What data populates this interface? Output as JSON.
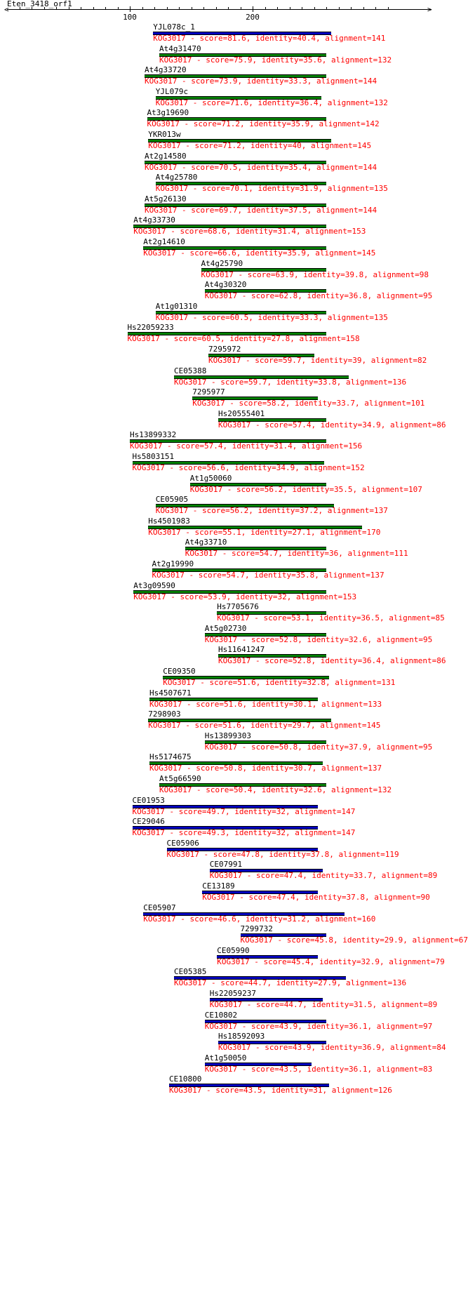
{
  "query": {
    "name": "Eten_3418_orf1",
    "axis_ticks": [
      100,
      200
    ],
    "axis_range": [
      0,
      310
    ]
  },
  "colors": {
    "green": "#008000",
    "blue": "#0000c0",
    "desc": "#ff0000"
  },
  "hits": [
    {
      "name": "YJL078c_1",
      "desc": "KOG3017 - score=81.6, identity=40.4, alignment=141",
      "start": 119,
      "end": 264,
      "color": "blue"
    },
    {
      "name": "At4g31470",
      "desc": "KOG3017 - score=75.9, identity=35.6, alignment=132",
      "start": 124,
      "end": 260,
      "color": "green"
    },
    {
      "name": "At4g33720",
      "desc": "KOG3017 - score=73.9, identity=33.3, alignment=144",
      "start": 112,
      "end": 260,
      "color": "green"
    },
    {
      "name": "YJL079c",
      "desc": "KOG3017 - score=71.6, identity=36.4, alignment=132",
      "start": 121,
      "end": 256,
      "color": "green"
    },
    {
      "name": "At3g19690",
      "desc": "KOG3017 - score=71.2, identity=35.9, alignment=142",
      "start": 114,
      "end": 260,
      "color": "green"
    },
    {
      "name": "YKR013w",
      "desc": "KOG3017 - score=71.2, identity=40, alignment=145",
      "start": 115,
      "end": 264,
      "color": "green"
    },
    {
      "name": "At2g14580",
      "desc": "KOG3017 - score=70.5, identity=35.4, alignment=144",
      "start": 112,
      "end": 260,
      "color": "green"
    },
    {
      "name": "At4g25780",
      "desc": "KOG3017 - score=70.1, identity=31.9, alignment=135",
      "start": 121,
      "end": 260,
      "color": "green"
    },
    {
      "name": "At5g26130",
      "desc": "KOG3017 - score=69.7, identity=37.5, alignment=144",
      "start": 112,
      "end": 260,
      "color": "green"
    },
    {
      "name": "At4g33730",
      "desc": "KOG3017 - score=68.6, identity=31.4, alignment=153",
      "start": 103,
      "end": 260,
      "color": "green"
    },
    {
      "name": "At2g14610",
      "desc": "KOG3017 - score=66.6, identity=35.9, alignment=145",
      "start": 111,
      "end": 260,
      "color": "green"
    },
    {
      "name": "At4g25790",
      "desc": "KOG3017 - score=63.9, identity=39.8, alignment=98",
      "start": 158,
      "end": 260,
      "color": "green"
    },
    {
      "name": "At4g30320",
      "desc": "KOG3017 - score=62.8, identity=36.8, alignment=95",
      "start": 161,
      "end": 260,
      "color": "green"
    },
    {
      "name": "At1g01310",
      "desc": "KOG3017 - score=60.5, identity=33.3, alignment=135",
      "start": 121,
      "end": 260,
      "color": "green"
    },
    {
      "name": "Hs22059233",
      "desc": "KOG3017 - score=60.5, identity=27.8, alignment=158",
      "start": 98,
      "end": 260,
      "color": "green"
    },
    {
      "name": "7295972",
      "desc": "KOG3017 - score=59.7, identity=39, alignment=82",
      "start": 164,
      "end": 250,
      "color": "green"
    },
    {
      "name": "CE05388",
      "desc": "KOG3017 - score=59.7, identity=33.8, alignment=136",
      "start": 136,
      "end": 278,
      "color": "green"
    },
    {
      "name": "7295977",
      "desc": "KOG3017 - score=58.2, identity=33.7, alignment=101",
      "start": 151,
      "end": 253,
      "color": "green"
    },
    {
      "name": "Hs20555401",
      "desc": "KOG3017 - score=57.4, identity=34.9, alignment=86",
      "start": 172,
      "end": 260,
      "color": "green"
    },
    {
      "name": "Hs13899332",
      "desc": "KOG3017 - score=57.4, identity=31.4, alignment=156",
      "start": 100,
      "end": 260,
      "color": "green"
    },
    {
      "name": "Hs5803151",
      "desc": "KOG3017 - score=56.6, identity=34.9, alignment=152",
      "start": 102,
      "end": 258,
      "color": "green"
    },
    {
      "name": "At1g50060",
      "desc": "KOG3017 - score=56.2, identity=35.5, alignment=107",
      "start": 149,
      "end": 260,
      "color": "green"
    },
    {
      "name": "CE05905",
      "desc": "KOG3017 - score=56.2, identity=37.2, alignment=137",
      "start": 121,
      "end": 266,
      "color": "green"
    },
    {
      "name": "Hs4501983",
      "desc": "KOG3017 - score=55.1, identity=27.1, alignment=170",
      "start": 115,
      "end": 289,
      "color": "green"
    },
    {
      "name": "At4g33710",
      "desc": "KOG3017 - score=54.7, identity=36, alignment=111",
      "start": 145,
      "end": 260,
      "color": "green"
    },
    {
      "name": "At2g19990",
      "desc": "KOG3017 - score=54.7, identity=35.8, alignment=137",
      "start": 118,
      "end": 260,
      "color": "green"
    },
    {
      "name": "At3g09590",
      "desc": "KOG3017 - score=53.9, identity=32, alignment=153",
      "start": 103,
      "end": 260,
      "color": "green"
    },
    {
      "name": "Hs7705676",
      "desc": "KOG3017 - score=53.1, identity=36.5, alignment=85",
      "start": 171,
      "end": 260,
      "color": "green"
    },
    {
      "name": "At5g02730",
      "desc": "KOG3017 - score=52.8, identity=32.6, alignment=95",
      "start": 161,
      "end": 260,
      "color": "green"
    },
    {
      "name": "Hs11641247",
      "desc": "KOG3017 - score=52.8, identity=36.4, alignment=86",
      "start": 172,
      "end": 260,
      "color": "green"
    },
    {
      "name": "CE09350",
      "desc": "KOG3017 - score=51.6, identity=32.8, alignment=131",
      "start": 127,
      "end": 262,
      "color": "green"
    },
    {
      "name": "Hs4507671",
      "desc": "KOG3017 - score=51.6, identity=30.1, alignment=133",
      "start": 116,
      "end": 253,
      "color": "green"
    },
    {
      "name": "7298903",
      "desc": "KOG3017 - score=51.6, identity=29.7, alignment=145",
      "start": 115,
      "end": 264,
      "color": "green"
    },
    {
      "name": "Hs13899303",
      "desc": "KOG3017 - score=50.8, identity=37.9, alignment=95",
      "start": 161,
      "end": 260,
      "color": "green"
    },
    {
      "name": "Hs5174675",
      "desc": "KOG3017 - score=50.8, identity=30.7, alignment=137",
      "start": 116,
      "end": 257,
      "color": "green"
    },
    {
      "name": "At5g66590",
      "desc": "KOG3017 - score=50.4, identity=32.6, alignment=132",
      "start": 124,
      "end": 260,
      "color": "green"
    },
    {
      "name": "CE01953",
      "desc": "KOG3017 - score=49.7, identity=32, alignment=147",
      "start": 102,
      "end": 253,
      "color": "blue"
    },
    {
      "name": "CE29046",
      "desc": "KOG3017 - score=49.3, identity=32, alignment=147",
      "start": 102,
      "end": 253,
      "color": "blue"
    },
    {
      "name": "CE05906",
      "desc": "KOG3017 - score=47.8, identity=37.8, alignment=119",
      "start": 130,
      "end": 253,
      "color": "blue"
    },
    {
      "name": "CE07991",
      "desc": "KOG3017 - score=47.4, identity=33.7, alignment=89",
      "start": 165,
      "end": 257,
      "color": "blue"
    },
    {
      "name": "CE13189",
      "desc": "KOG3017 - score=47.4, identity=37.8, alignment=90",
      "start": 159,
      "end": 253,
      "color": "blue"
    },
    {
      "name": "CE05907",
      "desc": "KOG3017 - score=46.6, identity=31.2, alignment=160",
      "start": 111,
      "end": 275,
      "color": "blue"
    },
    {
      "name": "7299732",
      "desc": "KOG3017 - score=45.8, identity=29.9, alignment=67",
      "start": 190,
      "end": 260,
      "color": "blue"
    },
    {
      "name": "CE05990",
      "desc": "KOG3017 - score=45.4, identity=32.9, alignment=79",
      "start": 171,
      "end": 253,
      "color": "blue"
    },
    {
      "name": "CE05385",
      "desc": "KOG3017 - score=44.7, identity=27.9, alignment=136",
      "start": 136,
      "end": 276,
      "color": "blue"
    },
    {
      "name": "Hs22059237",
      "desc": "KOG3017 - score=44.7, identity=31.5, alignment=89",
      "start": 165,
      "end": 257,
      "color": "blue"
    },
    {
      "name": "CE10802",
      "desc": "KOG3017 - score=43.9, identity=36.1, alignment=97",
      "start": 161,
      "end": 260,
      "color": "blue"
    },
    {
      "name": "Hs18592093",
      "desc": "KOG3017 - score=43.9, identity=36.9, alignment=84",
      "start": 172,
      "end": 260,
      "color": "blue"
    },
    {
      "name": "At1g50050",
      "desc": "KOG3017 - score=43.5, identity=36.1, alignment=83",
      "start": 161,
      "end": 248,
      "color": "blue"
    },
    {
      "name": "CE10800",
      "desc": "KOG3017 - score=43.5, identity=31, alignment=126",
      "start": 132,
      "end": 262,
      "color": "blue"
    }
  ]
}
